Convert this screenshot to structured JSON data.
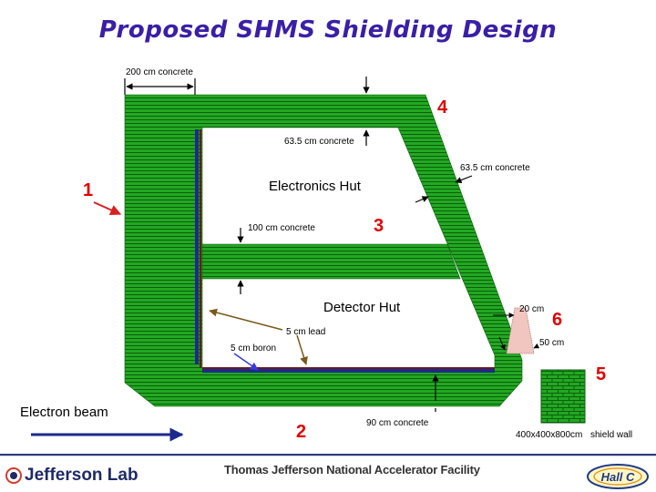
{
  "title": "Proposed SHMS Shielding Design",
  "labels": {
    "concrete_200": "200 cm concrete",
    "concrete_63_top": "63.5 cm concrete",
    "concrete_63_side": "63.5 cm concrete",
    "electronics_hut": "Electronics Hut",
    "concrete_100": "100 cm concrete",
    "detector_hut": "Detector Hut",
    "lead_5": "5 cm lead",
    "boron_5": "5 cm boron",
    "cm_20": "20 cm",
    "cm_50": "50 cm",
    "concrete_90": "90 cm concrete",
    "electron_beam": "Electron beam",
    "block_size": "400x400x800cm",
    "shield_wall": "shield wall"
  },
  "callouts": {
    "n1": "1",
    "n2": "2",
    "n3": "3",
    "n4": "4",
    "n5": "5",
    "n6": "6"
  },
  "footer": {
    "logo": "Jefferson Lab",
    "facility": "Thomas Jefferson National Accelerator Facility",
    "hall_logo": "Hall C"
  },
  "colors": {
    "concrete": "#22a822",
    "concrete_line": "#0d5e0d",
    "lead": "#1b2a8c",
    "boron": "#6b1a1a",
    "callout": "#e00000",
    "title": "#3a1fa6",
    "wedge": "#f2c6c0"
  }
}
